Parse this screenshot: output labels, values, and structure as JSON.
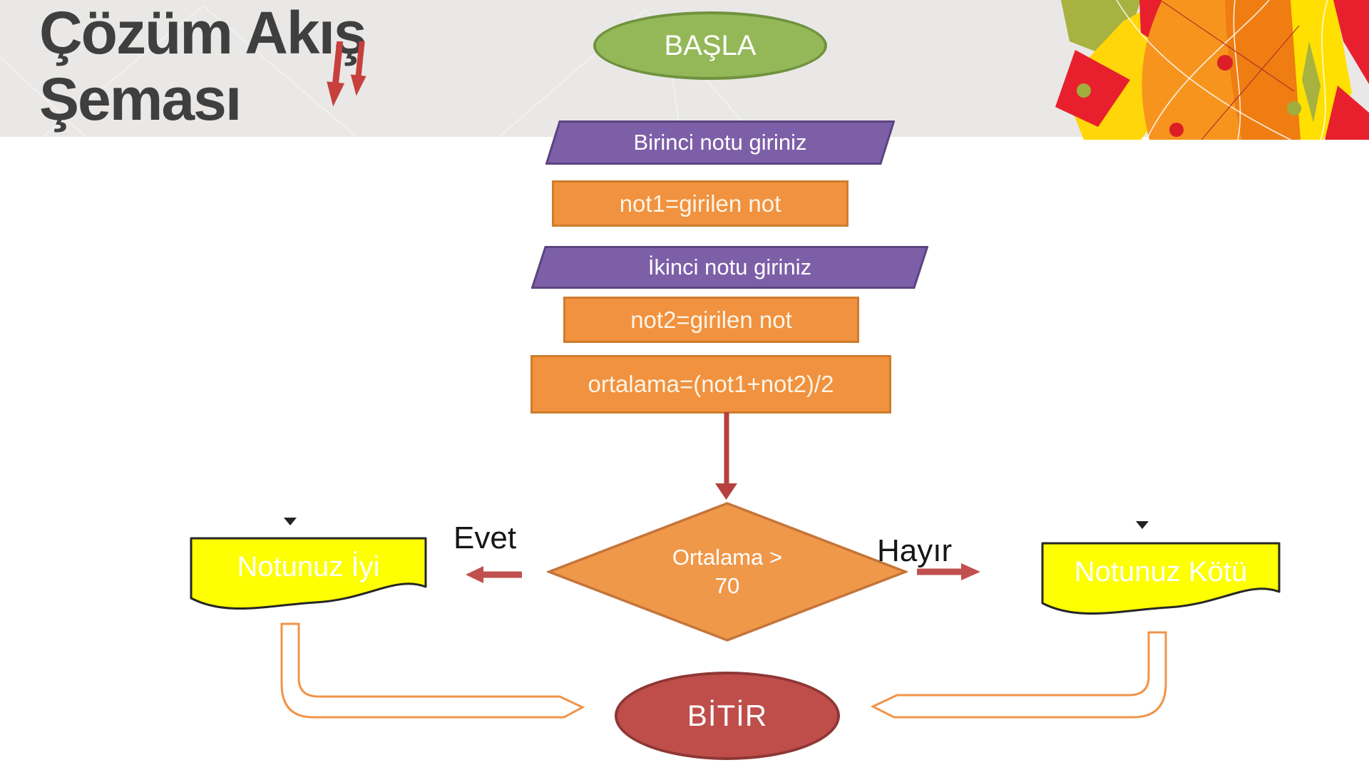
{
  "slide": {
    "title": [
      "Çözüm Akış",
      "Şeması"
    ]
  },
  "flowchart": {
    "start": {
      "label": "BAŞLA",
      "shape": "terminator"
    },
    "input1": {
      "label": "Birinci notu giriniz",
      "shape": "parallelogram"
    },
    "assign1": {
      "label": "not1=girilen not",
      "shape": "process"
    },
    "input2": {
      "label": "İkinci notu giriniz",
      "shape": "parallelogram"
    },
    "assign2": {
      "label": "not2=girilen not",
      "shape": "process"
    },
    "compute": {
      "label": "ortalama=(not1+not2)/2",
      "shape": "process"
    },
    "decision": {
      "line1": "Ortalama >",
      "line2": "70",
      "shape": "diamond"
    },
    "edge_yes": {
      "label": "Evet"
    },
    "edge_no": {
      "label": "Hayır"
    },
    "result_good": {
      "label": "Notunuz İyi",
      "shape": "document"
    },
    "result_bad": {
      "label": "Notunuz Kötü",
      "shape": "document"
    },
    "end": {
      "label": "BİTİR",
      "shape": "terminator"
    }
  },
  "colors": {
    "header_band": "#e9e8e6",
    "title_text": "#3f3f3f",
    "start_fill": "#94b858",
    "start_border": "#70923e",
    "io_fill": "#7d5fa8",
    "io_border": "#5c4480",
    "process_fill": "#f0923f",
    "process_border": "#cf7c2d",
    "decision_fill": "#f0984a",
    "decision_border": "#c4753a",
    "result_fill": "#fdff02",
    "result_border": "#262626",
    "end_fill": "#bf4e4b",
    "end_border": "#8e3734",
    "connector_red": "#b5413f",
    "branch_arrow_red": "#c0504d",
    "bent_arrow_orange": "#f0944a"
  }
}
